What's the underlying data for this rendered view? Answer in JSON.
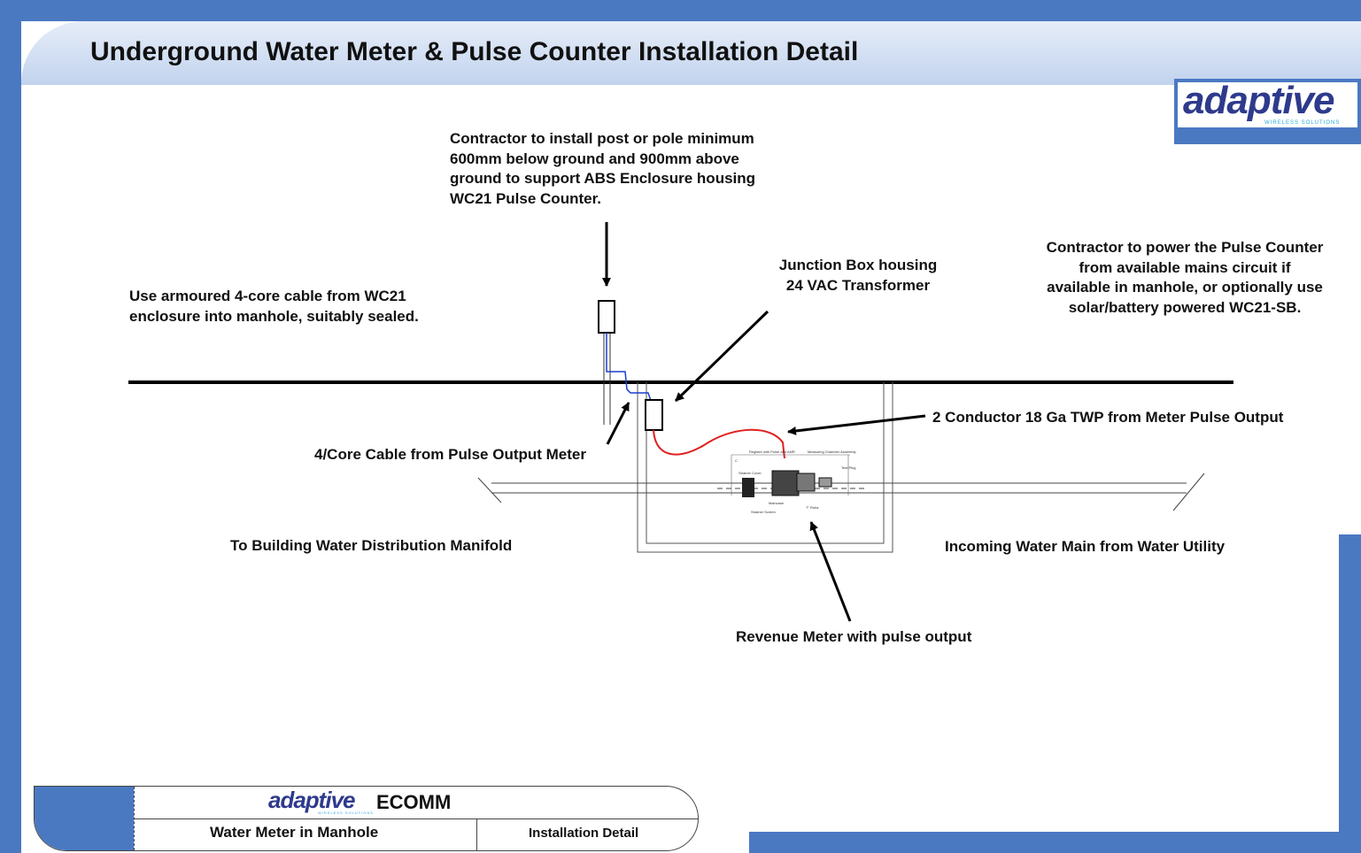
{
  "header": {
    "title": "Underground Water Meter & Pulse Counter Installation Detail"
  },
  "logo": {
    "word": "adaptive",
    "tagline": "WIRELESS SOLUTIONS"
  },
  "notes": {
    "post_install": "Contractor to install post or pole minimum\n600mm below ground and 900mm  above\nground to support ABS Enclosure housing\nWC21 Pulse Counter.",
    "armoured_cable": "Use armoured 4-core cable from WC21\nenclosure into manhole, suitably sealed.",
    "junction_box": "Junction Box housing\n24 VAC Transformer",
    "power": "Contractor to power the Pulse Counter\nfrom available mains circuit  if\navailable in manhole, or optionally use\nsolar/battery powered WC21-SB.",
    "twp": "2 Conductor 18 Ga TWP from Meter Pulse Output",
    "core_cable": "4/Core Cable from Pulse Output Meter",
    "to_building": "To Building Water Distribution Manifold",
    "incoming": "Incoming Water Main from Water Utility",
    "revenue_meter": "Revenue Meter with pulse output"
  },
  "meter_labels": {
    "register": "Register with Pulse and AMR",
    "chamber": "Measuring Chamber Assembly",
    "test_plug": "Test Plug",
    "strainer_cover": "Strainer Cover",
    "maincase": "Maincase",
    "rotor": "T\" Rotor",
    "strainer_screen": "Strainer Screen",
    "c": "C"
  },
  "title_block": {
    "company": "ECOMM",
    "drawing": "Water Meter in Manhole",
    "type": "Installation Detail"
  },
  "colors": {
    "frame": "#4a79c2",
    "cable_red": "#e02020",
    "cable_blue": "#1a3fd0",
    "logo": "#2e3a8c"
  }
}
